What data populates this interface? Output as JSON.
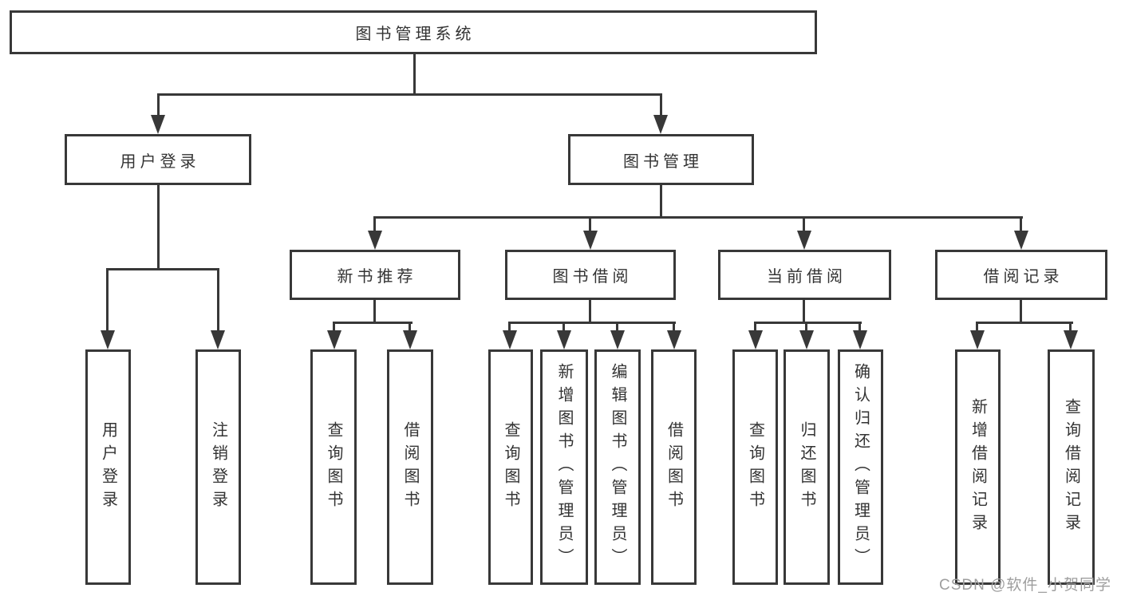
{
  "diagram": {
    "root": {
      "label": "图书管理系统"
    },
    "level1": {
      "user_login": {
        "label": "用户登录"
      },
      "book_management": {
        "label": "图书管理"
      }
    },
    "level2": {
      "new_book_recommend": {
        "label": "新书推荐"
      },
      "book_borrow": {
        "label": "图书借阅"
      },
      "current_borrow": {
        "label": "当前借阅"
      },
      "borrow_records": {
        "label": "借阅记录"
      }
    },
    "leaves": {
      "user_login": [
        "用户登录",
        "注销登录"
      ],
      "new_book_recommend": [
        "查询图书",
        "借阅图书"
      ],
      "book_borrow": [
        "查询图书",
        "新增图书（管理员）",
        "编辑图书（管理员）",
        "借阅图书"
      ],
      "current_borrow": [
        "查询图书",
        "归还图书",
        "确认归还（管理员）"
      ],
      "borrow_records": [
        "新增借阅记录",
        "查询借阅记录"
      ]
    }
  },
  "watermark": {
    "text": "CSDN @软件_小贺同学"
  },
  "colors": {
    "line": "#383838",
    "text": "#333333",
    "background": "#ffffff",
    "watermark": "#9e9e9e"
  }
}
